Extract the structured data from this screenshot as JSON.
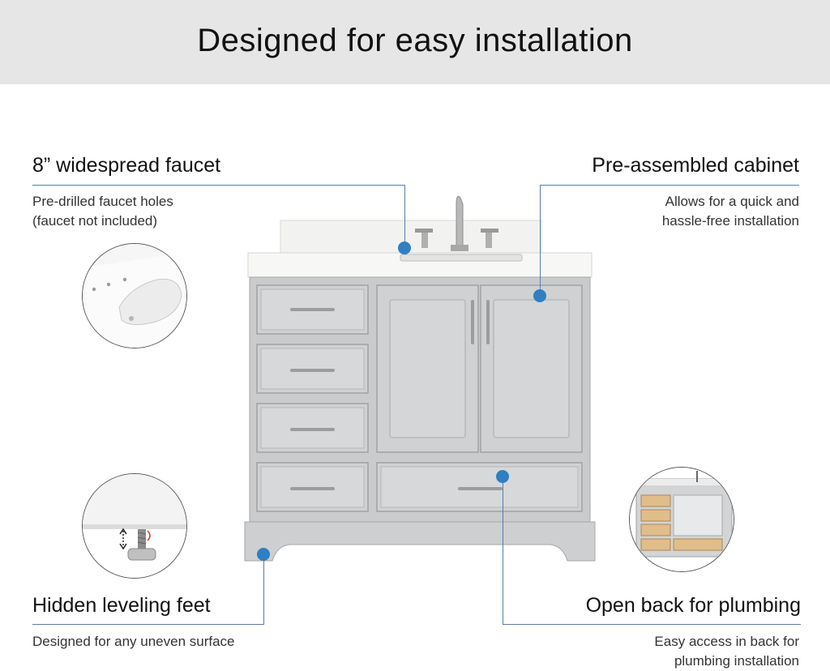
{
  "header": {
    "title": "Designed for easy installation"
  },
  "features": {
    "faucet": {
      "title": "8” widespread faucet",
      "desc_line1": "Pre-drilled faucet holes",
      "desc_line2": "(faucet not included)"
    },
    "cabinet": {
      "title": "Pre-assembled cabinet",
      "desc_line1": "Allows for  a quick and",
      "desc_line2": "hassle-free installation"
    },
    "feet": {
      "title": "Hidden leveling feet",
      "desc_line1": "Designed for any uneven surface"
    },
    "plumbing": {
      "title": "Open back for plumbing",
      "desc_line1": "Easy access in back for",
      "desc_line2": "plumbing installation"
    }
  },
  "colors": {
    "accent": "#2f7fc1",
    "cabinet": "#c9cbcd",
    "header_bg": "#e6e6e6"
  },
  "icons": [
    "sink-closeup-icon",
    "leveling-foot-icon",
    "cabinet-back-icon"
  ]
}
